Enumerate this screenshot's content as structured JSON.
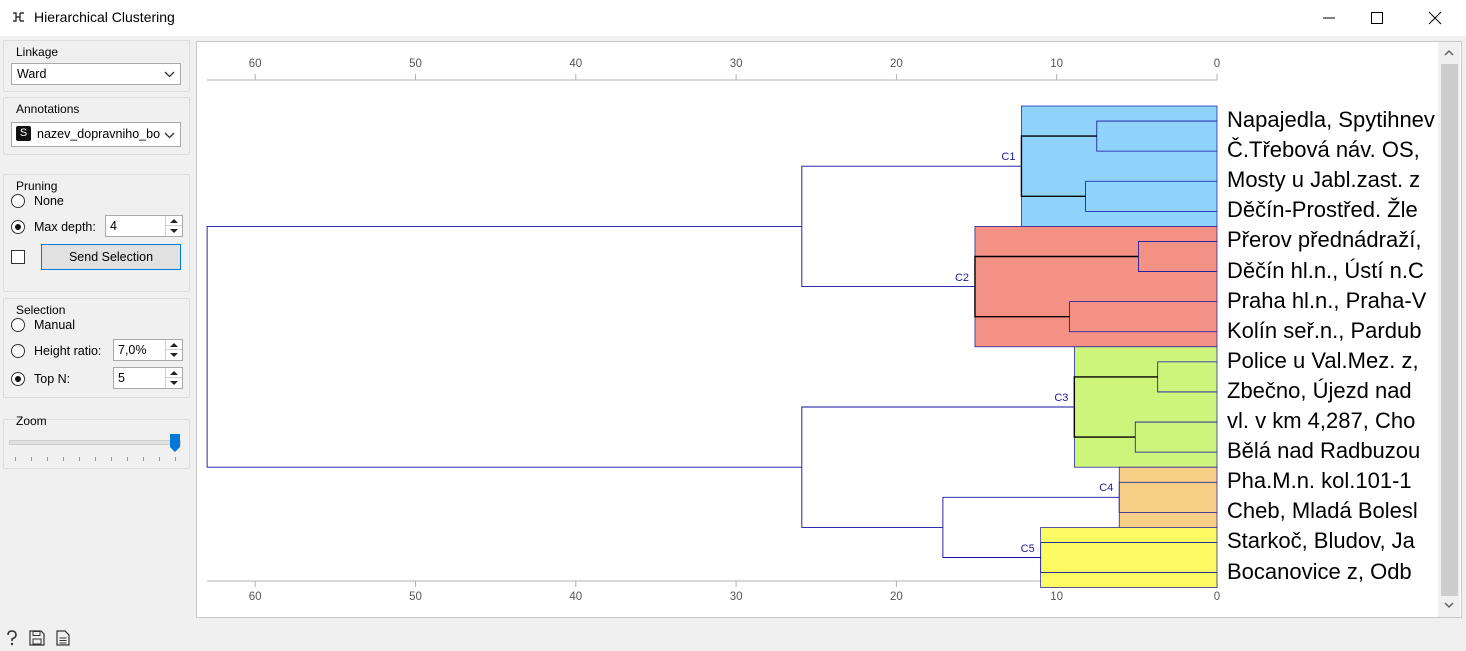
{
  "window": {
    "title": "Hierarchical Clustering"
  },
  "linkage": {
    "title": "Linkage",
    "selected": "Ward"
  },
  "annotations": {
    "title": "Annotations",
    "type_badge": "S",
    "selected": "nazev_dopravniho_bo"
  },
  "pruning": {
    "title": "Pruning",
    "none_label": "None",
    "max_depth_label": "Max depth:",
    "max_depth_value": "4",
    "mode": "max_depth",
    "send_selection_label": "Send Selection",
    "send_selection_checked": false
  },
  "selection": {
    "title": "Selection",
    "manual_label": "Manual",
    "height_ratio_label": "Height ratio:",
    "height_ratio_value": "7,0%",
    "top_n_label": "Top N:",
    "top_n_value": "5",
    "mode": "top_n"
  },
  "zoom": {
    "title": "Zoom",
    "level": 1.0
  },
  "colors": {
    "C1": "#8fd3fb",
    "C2": "#f39284",
    "C3": "#cdf57c",
    "C4": "#f8cf86",
    "C5": "#fcfc62",
    "tree_line": "#1010a0"
  },
  "bottom_icons": [
    "help-icon",
    "save-icon",
    "report-icon"
  ],
  "chart_data": {
    "type": "dendrogram",
    "x_ticks": [
      60,
      50,
      40,
      30,
      20,
      10,
      0
    ],
    "xlim": [
      63,
      0
    ],
    "leaves": [
      "Napajedla, Spytihnev",
      "Č.Třebová náv. OS, ",
      "Mosty u Jabl.zast. z",
      "Děčín-Prostřed. Žle",
      "Přerov přednádraží,",
      "Děčín hl.n., Ústí n.C",
      "Praha hl.n., Praha-V",
      "Kolín seř.n., Pardub",
      "Police u Val.Mez. z,",
      "Zbečno, Újezd nad",
      "vl. v km 4,287, Cho",
      "Bělá nad Radbuzou",
      "Pha.M.n. kol.101-1",
      "Cheb, Mladá Bolesl",
      "Starkoč, Bludov, Ja",
      "Bocanovice z, Odb"
    ],
    "clusters": [
      {
        "name": "C1",
        "leaves": [
          0,
          1,
          2,
          3
        ],
        "height": 12.2,
        "subs": [
          {
            "leaves": [
              0,
              1
            ],
            "height": 7.5
          },
          {
            "leaves": [
              2,
              3
            ],
            "height": 8.2
          }
        ]
      },
      {
        "name": "C2",
        "leaves": [
          4,
          5,
          6,
          7
        ],
        "height": 15.1,
        "subs": [
          {
            "leaves": [
              4,
              5
            ],
            "height": 4.9
          },
          {
            "leaves": [
              6,
              7
            ],
            "height": 9.2
          }
        ]
      },
      {
        "name": "C3",
        "leaves": [
          8,
          9,
          10,
          11
        ],
        "height": 8.9,
        "subs": [
          {
            "leaves": [
              8,
              9
            ],
            "height": 3.7
          },
          {
            "leaves": [
              10,
              11
            ],
            "height": 5.1
          }
        ]
      },
      {
        "name": "C4",
        "leaves": [
          12,
          13
        ],
        "height": 6.1,
        "subs": []
      },
      {
        "name": "C5",
        "leaves": [
          14,
          15
        ],
        "height": 11.0,
        "subs": []
      }
    ],
    "merges": [
      {
        "a": "C1",
        "b": "C2",
        "height": 25.9
      },
      {
        "a": "C4",
        "b": "C5",
        "height": 17.1
      },
      {
        "a": "C3",
        "b": "C4+C5",
        "height": 25.9
      },
      {
        "a": "C1+C2",
        "b": "C3+C4+C5",
        "height": 63.0
      }
    ]
  }
}
